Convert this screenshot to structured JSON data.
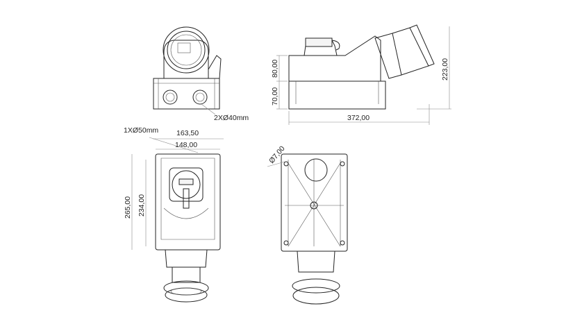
{
  "drawing": {
    "title": "Socket outlet technical drawing",
    "labels": {
      "top_glands": "2XØ40mm",
      "bottom_gland": "1XØ50mm",
      "width_outer": "163,50",
      "width_inner": "148,00",
      "height_outer": "265,00",
      "height_inner": "234,00",
      "side_upper": "80,00",
      "side_lower": "70,00",
      "side_total_height": "223,00",
      "side_length": "372,00",
      "hole_diameter": "Ø7,00"
    }
  }
}
